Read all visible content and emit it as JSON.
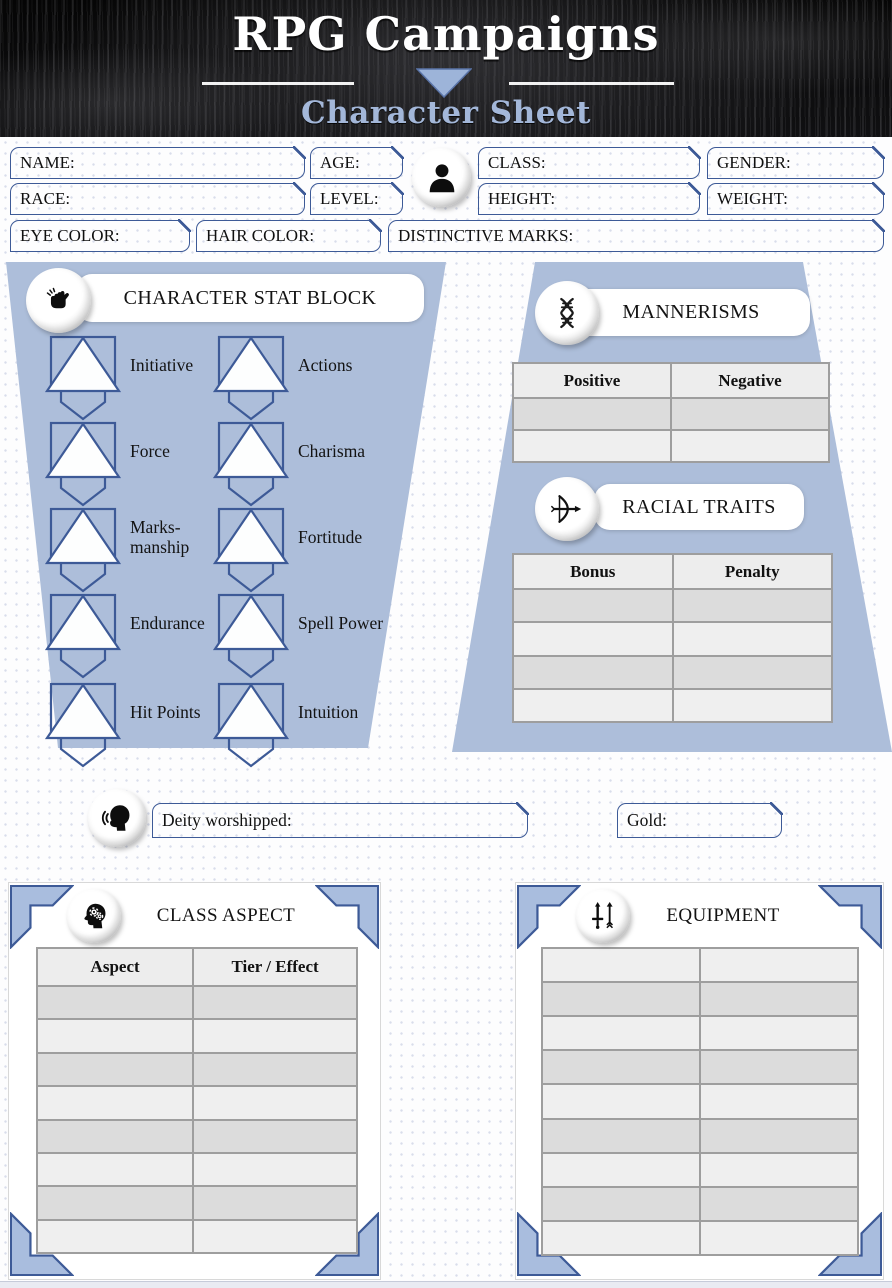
{
  "header": {
    "title": "RPG Campaigns",
    "subtitle": "Character Sheet"
  },
  "character_info": {
    "portrait_icon": "person-icon",
    "name_label": "NAME:",
    "age_label": "AGE:",
    "class_label": "CLASS:",
    "gender_label": "GENDER:",
    "race_label": "RACE:",
    "level_label": "LEVEL:",
    "height_label": "HEIGHT:",
    "weight_label": "WEIGHT:",
    "eye_color_label": "EYE COLOR:",
    "hair_color_label": "HAIR COLOR:",
    "distinctive_marks_label": "DISTINCTIVE MARKS:"
  },
  "stat_block": {
    "title": "CHARACTER STAT BLOCK",
    "icon": "fist-icon",
    "stats": [
      "Initiative",
      "Actions",
      "Force",
      "Charisma",
      "Marks-manship",
      "Fortitude",
      "Endurance",
      "Spell Power",
      "Hit Points",
      "Intuition"
    ]
  },
  "mannerisms": {
    "title": "MANNERISMS",
    "icon": "dna-icon",
    "columns": [
      "Positive",
      "Negative"
    ],
    "rows": 2
  },
  "racial_traits": {
    "title": "RACIAL TRAITS",
    "icon": "archer-icon",
    "columns": [
      "Bonus",
      "Penalty"
    ],
    "rows": 4
  },
  "worship": {
    "icon": "talking-head-icon",
    "deity_label": "Deity worshipped:",
    "gold_label": "Gold:"
  },
  "class_aspect": {
    "title": "CLASS ASPECT",
    "icon": "head-gears-icon",
    "columns": [
      "Aspect",
      "Tier / Effect"
    ],
    "rows": 8
  },
  "equipment": {
    "title": "EQUIPMENT",
    "icon": "sword-arrow-icon",
    "column_count": 2,
    "rows": 9
  },
  "colors": {
    "accent_blue": "#3d5a97",
    "panel_blue": "#adbeda",
    "bracket_blue": "#a9bdde",
    "subtitle_blue": "#a3b7d9",
    "table_border": "#9e9e9e",
    "row_dark": "#dcdcdc",
    "row_light": "#efefef",
    "header_row": "#ededed",
    "dot_color": "#b4bdd8"
  }
}
